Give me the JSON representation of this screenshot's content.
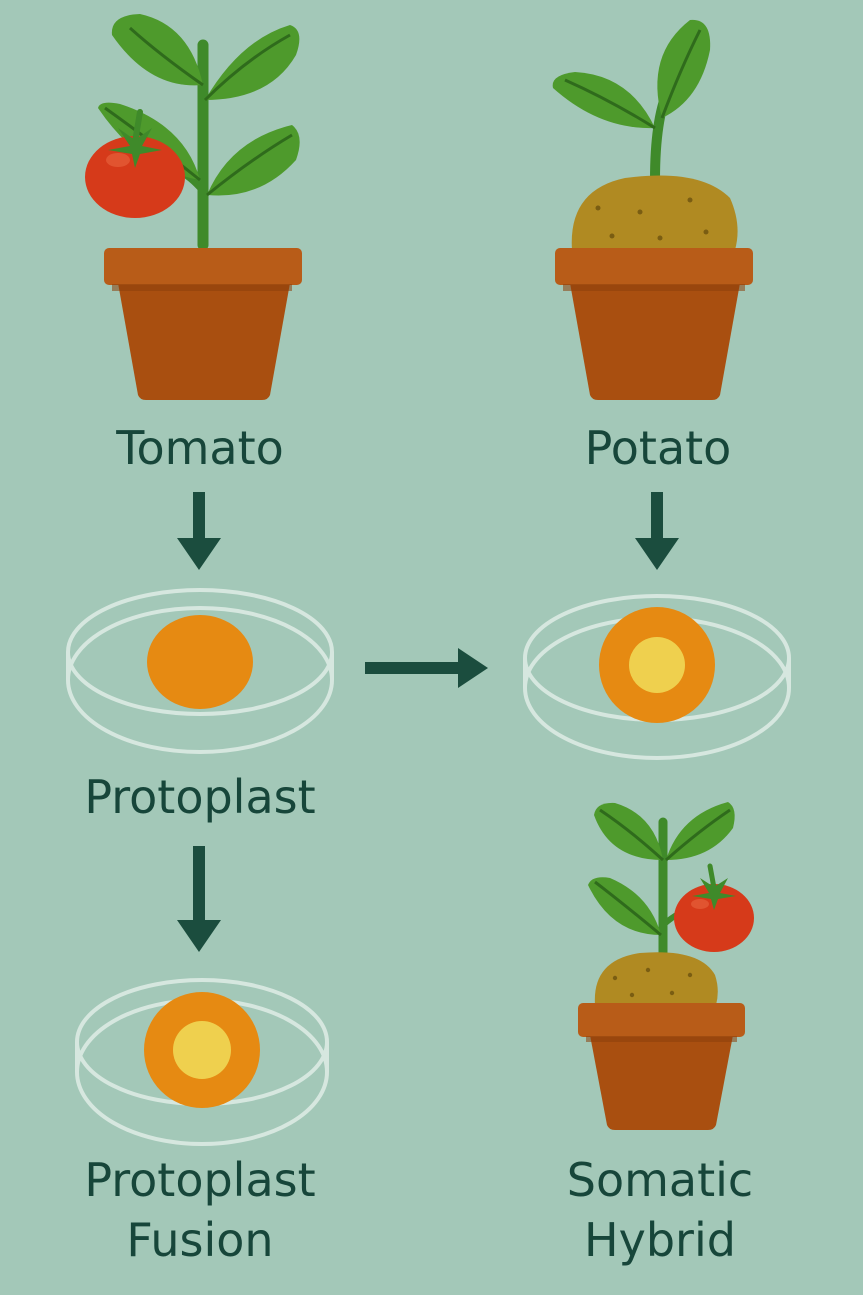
{
  "diagram": {
    "labels": {
      "tomato": "Tomato",
      "potato": "Potato",
      "protoplast": "Protoplast",
      "fusion_line1": "Protoplast",
      "fusion_line2": "Fusion",
      "hybrid_line1": "Somatic",
      "hybrid_line2": "Hybrid"
    },
    "colors": {
      "background": "#a3c8b8",
      "text": "#17463a",
      "arrow": "#1b4d3e",
      "leaf": "#4e9a2c",
      "stem": "#3f8a2a",
      "pot": "#a94f10",
      "pot_rim": "#b85c18",
      "tomato": "#d63a1a",
      "potato": "#b08a22",
      "protoplast_outer": "#e68a12",
      "protoplast_inner": "#efd04e",
      "dish": "#d6e7df"
    }
  }
}
